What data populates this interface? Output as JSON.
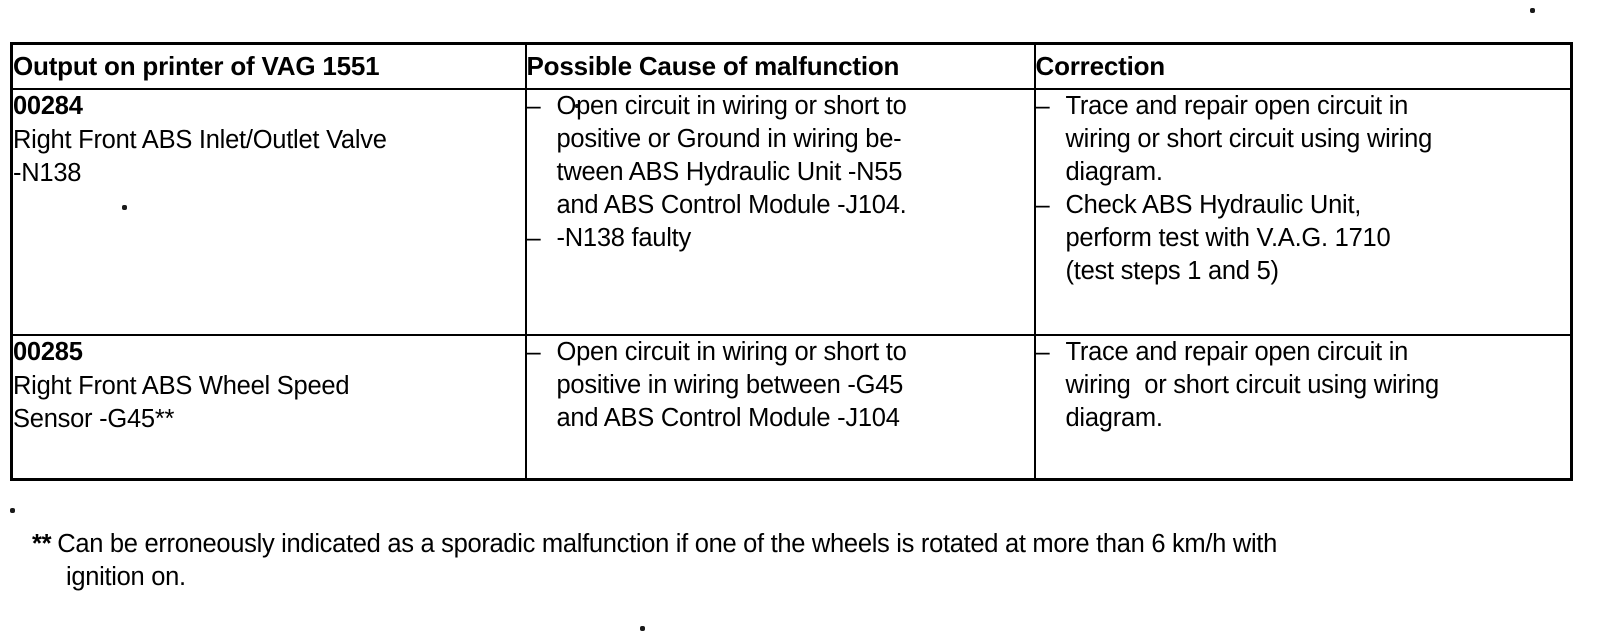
{
  "document": {
    "type": "fault-code-table",
    "table": {
      "headers": [
        "Output on printer of VAG 1551",
        "Possible Cause of malfunction",
        "Correction"
      ],
      "rows": [
        {
          "code": "00284",
          "description_lines": [
            "Right Front ABS Inlet/Outlet Valve",
            "-N138"
          ],
          "causes": [
            [
              "Open circuit in wiring or short to",
              "positive or Ground in wiring be-",
              "tween ABS Hydraulic Unit -N55",
              "and ABS Control Module -J104."
            ],
            [
              "-N138 faulty"
            ]
          ],
          "corrections": [
            [
              "Trace and repair open circuit in",
              "wiring or short circuit using wiring",
              "diagram."
            ],
            [
              "Check ABS Hydraulic Unit,",
              "perform test with V.A.G. 1710",
              "(test steps 1 and 5)"
            ]
          ]
        },
        {
          "code": "00285",
          "description_lines": [
            "Right Front ABS Wheel Speed",
            "Sensor -G45**"
          ],
          "causes": [
            [
              "Open circuit in wiring or short to",
              "positive in wiring between -G45",
              "and ABS Control Module -J104"
            ]
          ],
          "corrections": [
            [
              "Trace and repair open circuit in",
              "wiring  or short circuit using wiring",
              "diagram."
            ]
          ]
        }
      ]
    },
    "footnote": {
      "marker": "**",
      "line1": "Can be erroneously indicated as a sporadic malfunction if one of the wheels is rotated at more than 6 km/h with",
      "line2": "ignition on."
    }
  }
}
